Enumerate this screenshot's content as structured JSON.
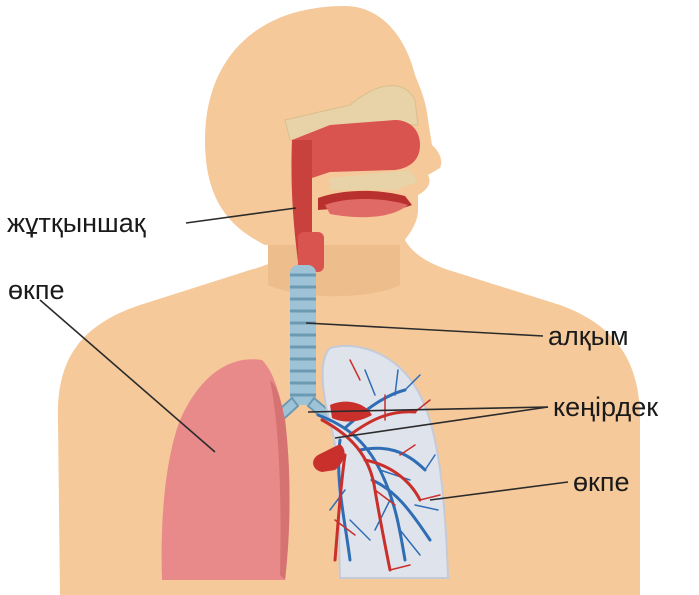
{
  "labels": {
    "pharynx": "жұтқыншақ",
    "lung_left": "өкпе",
    "larynx": "алқым",
    "bronchi": "кеңірдек",
    "lung_right": "өкпе"
  },
  "colors": {
    "skin": "#f5c99a",
    "skin_shadow": "#eab37e",
    "airway_red": "#d9534f",
    "airway_dark": "#b8312f",
    "lung_pink": "#e98a8a",
    "lung_transparent": "#d9dde8",
    "vein_blue": "#2f6db5",
    "artery_red": "#c9302c",
    "trachea_blue": "#9fc3d6",
    "bone": "#e8d2a8"
  }
}
